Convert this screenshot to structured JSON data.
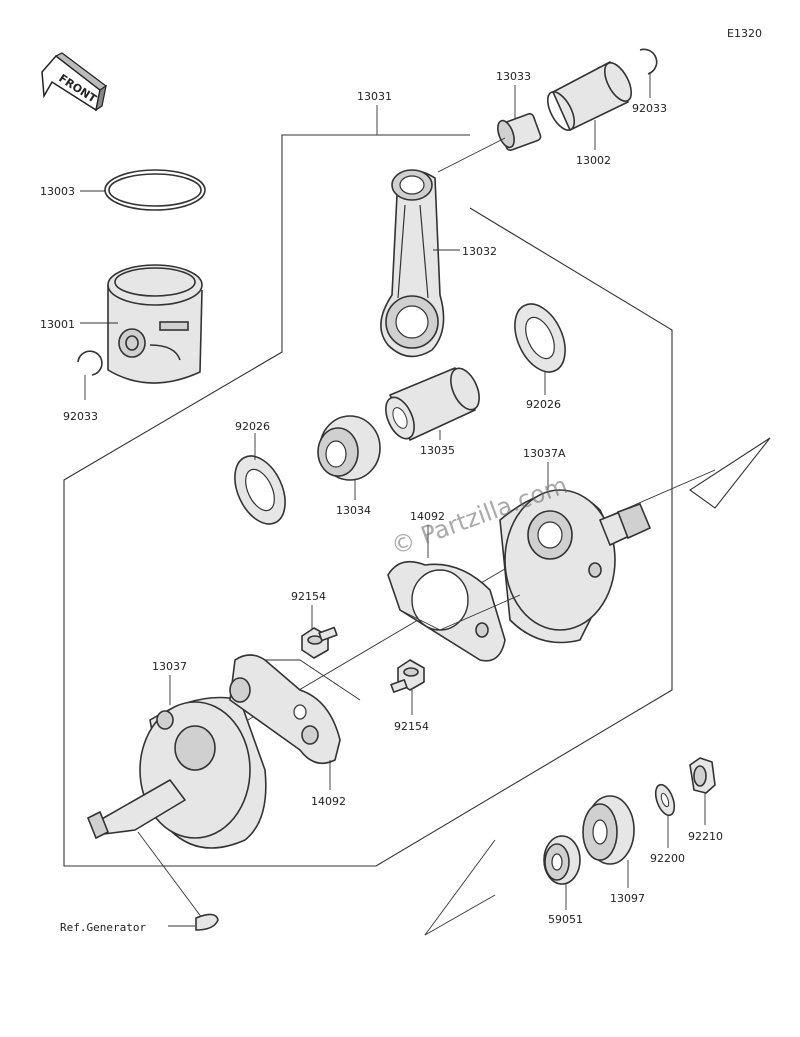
{
  "diagram_id": "E1320",
  "front_label": "FRONT",
  "watermark": "© Partzilla.com",
  "ref_label": "Ref.Generator",
  "parts": {
    "p13031": "13031",
    "p13033": "13033",
    "p13002": "13002",
    "p92033_top": "92033",
    "p13003": "13003",
    "p13032": "13032",
    "p13001": "13001",
    "p92033_left": "92033",
    "p92026_right": "92026",
    "p92026_left": "92026",
    "p13035": "13035",
    "p13037A": "13037A",
    "p13034": "13034",
    "p14092_top": "14092",
    "p92154_top": "92154",
    "p13037": "13037",
    "p92154_bottom": "92154",
    "p14092_bottom": "14092",
    "p92210": "92210",
    "p92200": "92200",
    "p13097": "13097",
    "p59051": "59051"
  }
}
